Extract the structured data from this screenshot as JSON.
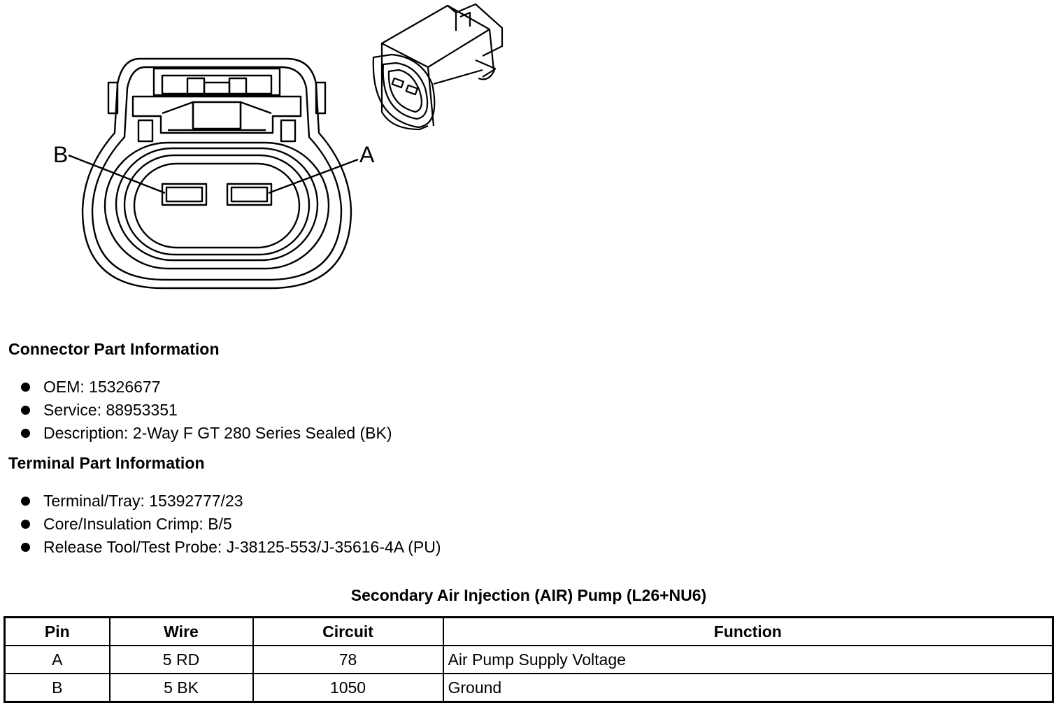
{
  "diagram": {
    "pin_labels": {
      "left": "B",
      "right": "A"
    }
  },
  "connector_info": {
    "title": "Connector Part Information",
    "items": [
      "OEM: 15326677",
      "Service: 88953351",
      "Description: 2-Way F GT 280 Series Sealed (BK)"
    ]
  },
  "terminal_info": {
    "title": "Terminal Part Information",
    "items": [
      "Terminal/Tray: 15392777/23",
      "Core/Insulation Crimp: B/5",
      "Release Tool/Test Probe: J-38125-553/J-35616-4A (PU)"
    ]
  },
  "table": {
    "title": "Secondary Air Injection (AIR) Pump (L26+NU6)",
    "headers": [
      "Pin",
      "Wire",
      "Circuit",
      "Function"
    ],
    "rows": [
      [
        "A",
        "5 RD",
        "78",
        "Air Pump Supply Voltage"
      ],
      [
        "B",
        "5 BK",
        "1050",
        "Ground"
      ]
    ]
  }
}
